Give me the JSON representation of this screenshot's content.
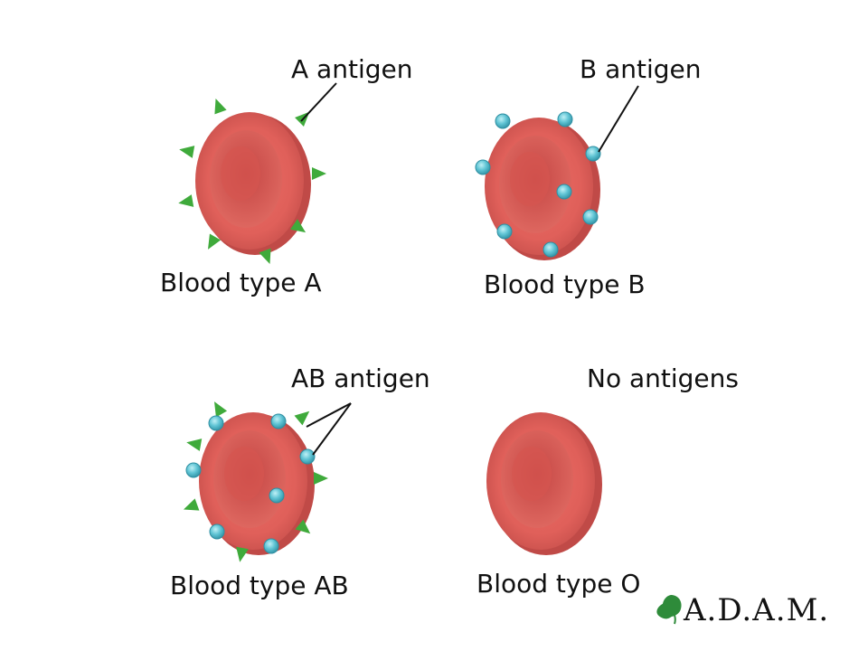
{
  "panels": [
    {
      "id": "a",
      "caption": "Blood type A",
      "antigen_label": "A antigen",
      "antigens": [
        "A"
      ]
    },
    {
      "id": "b",
      "caption": "Blood type B",
      "antigen_label": "B antigen",
      "antigens": [
        "B"
      ]
    },
    {
      "id": "ab",
      "caption": "Blood type AB",
      "antigen_label": "AB antigen",
      "antigens": [
        "A",
        "B"
      ]
    },
    {
      "id": "o",
      "caption": "Blood type O",
      "antigen_label": "No antigens",
      "antigens": []
    }
  ],
  "logo": {
    "text": "A.D.A.M.",
    "icon": "leaf-icon"
  },
  "colors": {
    "cell_body": "#e0605a",
    "cell_center": "#d24c48",
    "cell_rim": "#ec7a72",
    "a_antigen": "#3faa3b",
    "b_antigen": "#5fc4d4",
    "leader_line": "#111111",
    "logo_leaf": "#2e8b3a"
  }
}
